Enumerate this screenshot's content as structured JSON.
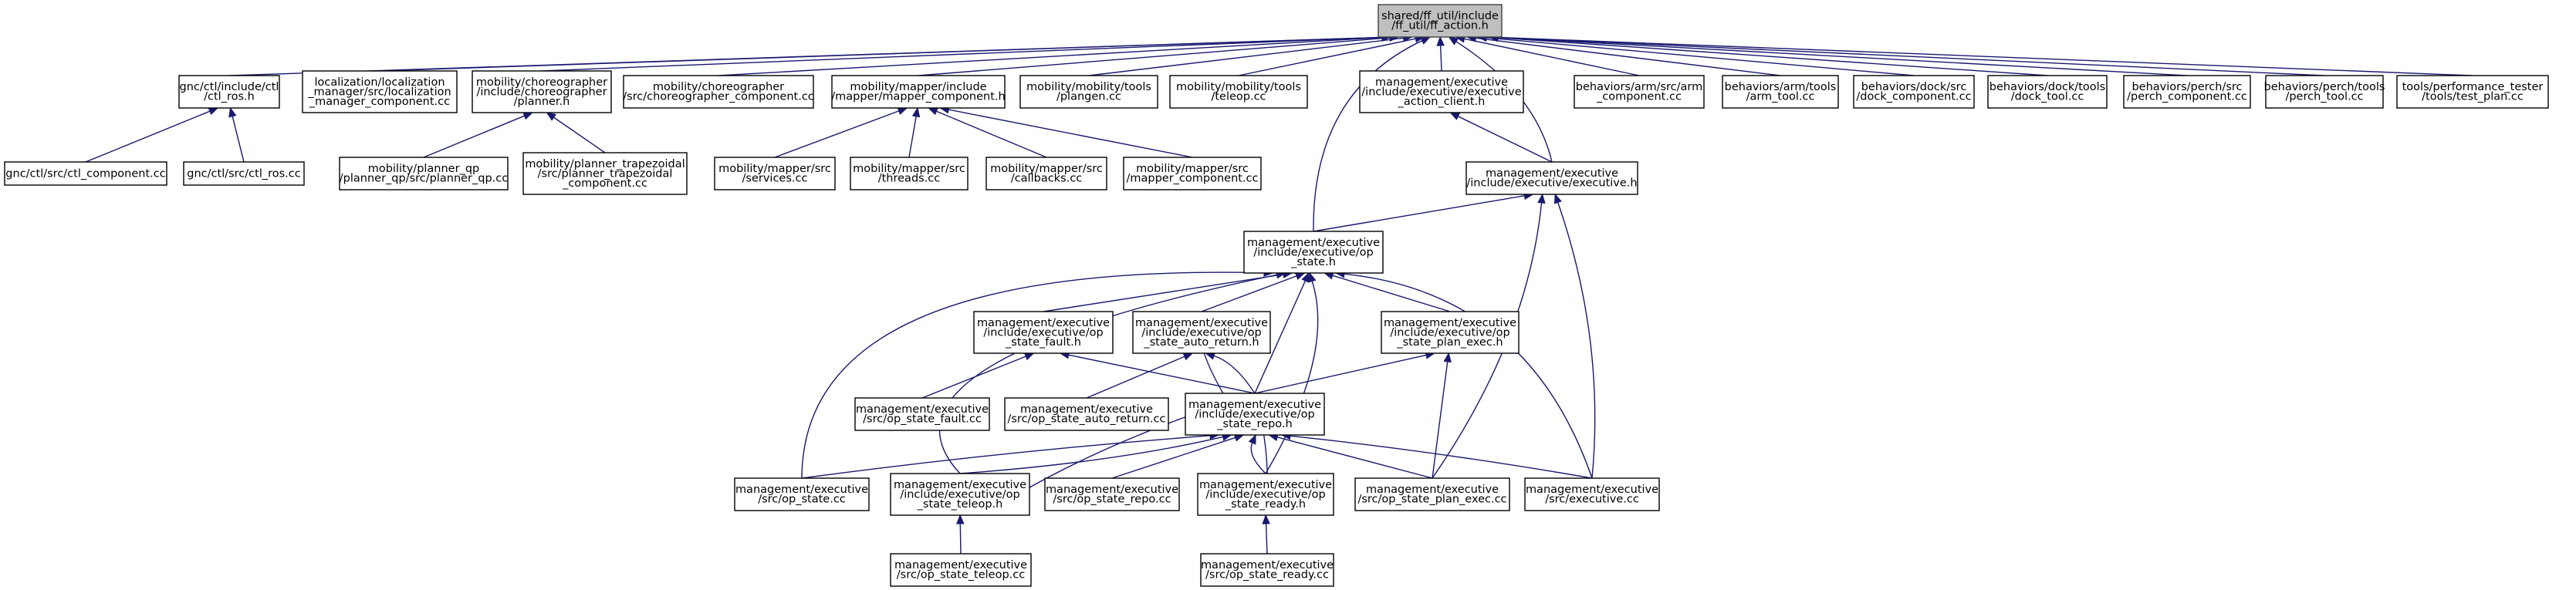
{
  "diagram": {
    "title": "shared/ff_util/include/ff_util/ff_action.h",
    "colors": {
      "edge": "#191970",
      "root_fill": "#bfbfbf",
      "node_fill": "#ffffff",
      "node_stroke": "#000000"
    },
    "nodes": [
      {
        "id": "ff_action",
        "lines": [
          "shared/ff_util/include",
          "/ff_util/ff_action.h"
        ]
      },
      {
        "id": "ctl_ros_h",
        "lines": [
          "gnc/ctl/include/ctl",
          "/ctl_ros.h"
        ]
      },
      {
        "id": "loc_manager",
        "lines": [
          "localization/localization",
          "_manager/src/localization",
          "_manager_component.cc"
        ]
      },
      {
        "id": "planner_h",
        "lines": [
          "mobility/choreographer",
          "/include/choreographer",
          "/planner.h"
        ]
      },
      {
        "id": "chor_comp",
        "lines": [
          "mobility/choreographer",
          "/src/choreographer_component.cc"
        ]
      },
      {
        "id": "mapper_comp_h",
        "lines": [
          "mobility/mapper/include",
          "/mapper/mapper_component.h"
        ]
      },
      {
        "id": "plangen",
        "lines": [
          "mobility/mobility/tools",
          "/plangen.cc"
        ]
      },
      {
        "id": "teleop_cc",
        "lines": [
          "mobility/mobility/tools",
          "/teleop.cc"
        ]
      },
      {
        "id": "action_client",
        "lines": [
          "management/executive",
          "/include/executive/executive",
          "_action_client.h"
        ]
      },
      {
        "id": "arm_comp",
        "lines": [
          "behaviors/arm/src/arm",
          "_component.cc"
        ]
      },
      {
        "id": "arm_tool",
        "lines": [
          "behaviors/arm/tools",
          "/arm_tool.cc"
        ]
      },
      {
        "id": "dock_comp",
        "lines": [
          "behaviors/dock/src",
          "/dock_component.cc"
        ]
      },
      {
        "id": "dock_tool",
        "lines": [
          "behaviors/dock/tools",
          "/dock_tool.cc"
        ]
      },
      {
        "id": "perch_comp",
        "lines": [
          "behaviors/perch/src",
          "/perch_component.cc"
        ]
      },
      {
        "id": "perch_tool",
        "lines": [
          "behaviors/perch/tools",
          "/perch_tool.cc"
        ]
      },
      {
        "id": "test_plan",
        "lines": [
          "tools/performance_tester",
          "/tools/test_plan.cc"
        ]
      },
      {
        "id": "ctl_component",
        "lines": [
          "gnc/ctl/src/ctl_component.cc"
        ]
      },
      {
        "id": "ctl_ros_cc",
        "lines": [
          "gnc/ctl/src/ctl_ros.cc"
        ]
      },
      {
        "id": "planner_qp",
        "lines": [
          "mobility/planner_qp",
          "/planner_qp/src/planner_qp.cc"
        ]
      },
      {
        "id": "planner_trap",
        "lines": [
          "mobility/planner_trapezoidal",
          "/src/planner_trapezoidal",
          "_component.cc"
        ]
      },
      {
        "id": "services",
        "lines": [
          "mobility/mapper/src",
          "/services.cc"
        ]
      },
      {
        "id": "threads",
        "lines": [
          "mobility/mapper/src",
          "/threads.cc"
        ]
      },
      {
        "id": "callbacks",
        "lines": [
          "mobility/mapper/src",
          "/callbacks.cc"
        ]
      },
      {
        "id": "mapper_comp_cc",
        "lines": [
          "mobility/mapper/src",
          "/mapper_component.cc"
        ]
      },
      {
        "id": "executive_h",
        "lines": [
          "management/executive",
          "/include/executive/executive.h"
        ]
      },
      {
        "id": "op_state_h",
        "lines": [
          "management/executive",
          "/include/executive/op",
          "_state.h"
        ]
      },
      {
        "id": "op_fault_h",
        "lines": [
          "management/executive",
          "/include/executive/op",
          "_state_fault.h"
        ]
      },
      {
        "id": "op_auto_h",
        "lines": [
          "management/executive",
          "/include/executive/op",
          "_state_auto_return.h"
        ]
      },
      {
        "id": "op_planexec_h",
        "lines": [
          "management/executive",
          "/include/executive/op",
          "_state_plan_exec.h"
        ]
      },
      {
        "id": "op_fault_cc",
        "lines": [
          "management/executive",
          "/src/op_state_fault.cc"
        ]
      },
      {
        "id": "op_auto_cc",
        "lines": [
          "management/executive",
          "/src/op_state_auto_return.cc"
        ]
      },
      {
        "id": "op_repo_h",
        "lines": [
          "management/executive",
          "/include/executive/op",
          "_state_repo.h"
        ]
      },
      {
        "id": "op_state_cc",
        "lines": [
          "management/executive",
          "/src/op_state.cc"
        ]
      },
      {
        "id": "op_teleop_h",
        "lines": [
          "management/executive",
          "/include/executive/op",
          "_state_teleop.h"
        ]
      },
      {
        "id": "op_repo_cc",
        "lines": [
          "management/executive",
          "/src/op_state_repo.cc"
        ]
      },
      {
        "id": "op_ready_h",
        "lines": [
          "management/executive",
          "/include/executive/op",
          "_state_ready.h"
        ]
      },
      {
        "id": "op_planexec_cc",
        "lines": [
          "management/executive",
          "/src/op_state_plan_exec.cc"
        ]
      },
      {
        "id": "executive_cc",
        "lines": [
          "management/executive",
          "/src/executive.cc"
        ]
      },
      {
        "id": "op_teleop_cc",
        "lines": [
          "management/executive",
          "/src/op_state_teleop.cc"
        ]
      },
      {
        "id": "op_ready_cc",
        "lines": [
          "management/executive",
          "/src/op_state_ready.cc"
        ]
      }
    ],
    "edges": [
      {
        "from": "ctl_ros_h",
        "to": "ff_action"
      },
      {
        "from": "loc_manager",
        "to": "ff_action"
      },
      {
        "from": "planner_h",
        "to": "ff_action"
      },
      {
        "from": "chor_comp",
        "to": "ff_action"
      },
      {
        "from": "mapper_comp_h",
        "to": "ff_action"
      },
      {
        "from": "plangen",
        "to": "ff_action"
      },
      {
        "from": "teleop_cc",
        "to": "ff_action"
      },
      {
        "from": "action_client",
        "to": "ff_action"
      },
      {
        "from": "executive_h",
        "to": "ff_action"
      },
      {
        "from": "op_state_h",
        "to": "ff_action"
      },
      {
        "from": "arm_comp",
        "to": "ff_action"
      },
      {
        "from": "arm_tool",
        "to": "ff_action"
      },
      {
        "from": "dock_comp",
        "to": "ff_action"
      },
      {
        "from": "dock_tool",
        "to": "ff_action"
      },
      {
        "from": "perch_comp",
        "to": "ff_action"
      },
      {
        "from": "perch_tool",
        "to": "ff_action"
      },
      {
        "from": "test_plan",
        "to": "ff_action"
      },
      {
        "from": "ctl_component",
        "to": "ctl_ros_h"
      },
      {
        "from": "ctl_ros_cc",
        "to": "ctl_ros_h"
      },
      {
        "from": "planner_qp",
        "to": "planner_h"
      },
      {
        "from": "planner_trap",
        "to": "planner_h"
      },
      {
        "from": "services",
        "to": "mapper_comp_h"
      },
      {
        "from": "threads",
        "to": "mapper_comp_h"
      },
      {
        "from": "callbacks",
        "to": "mapper_comp_h"
      },
      {
        "from": "mapper_comp_cc",
        "to": "mapper_comp_h"
      },
      {
        "from": "executive_h",
        "to": "action_client"
      },
      {
        "from": "op_state_h",
        "to": "executive_h"
      },
      {
        "from": "op_planexec_cc",
        "to": "executive_h"
      },
      {
        "from": "executive_cc",
        "to": "executive_h"
      },
      {
        "from": "op_fault_h",
        "to": "op_state_h"
      },
      {
        "from": "op_auto_h",
        "to": "op_state_h"
      },
      {
        "from": "op_planexec_h",
        "to": "op_state_h"
      },
      {
        "from": "op_repo_h",
        "to": "op_state_h"
      },
      {
        "from": "op_state_cc",
        "to": "op_state_h"
      },
      {
        "from": "op_teleop_h",
        "to": "op_state_h"
      },
      {
        "from": "op_ready_h",
        "to": "op_state_h"
      },
      {
        "from": "executive_cc",
        "to": "op_state_h"
      },
      {
        "from": "op_fault_cc",
        "to": "op_fault_h"
      },
      {
        "from": "op_repo_h",
        "to": "op_fault_h"
      },
      {
        "from": "op_auto_cc",
        "to": "op_auto_h"
      },
      {
        "from": "op_repo_h",
        "to": "op_auto_h"
      },
      {
        "from": "op_repo_h",
        "to": "op_planexec_h"
      },
      {
        "from": "op_planexec_cc",
        "to": "op_planexec_h"
      },
      {
        "from": "op_auto_h",
        "to": "op_repo_h"
      },
      {
        "from": "op_state_cc",
        "to": "op_repo_h"
      },
      {
        "from": "op_teleop_h",
        "to": "op_repo_h"
      },
      {
        "from": "op_repo_cc",
        "to": "op_repo_h"
      },
      {
        "from": "op_ready_h",
        "to": "op_repo_h"
      },
      {
        "from": "op_planexec_cc",
        "to": "op_repo_h"
      },
      {
        "from": "executive_cc",
        "to": "op_repo_h"
      },
      {
        "from": "op_repo_h",
        "to": "op_teleop_h"
      },
      {
        "from": "op_repo_h",
        "to": "op_ready_h"
      },
      {
        "from": "op_teleop_cc",
        "to": "op_teleop_h"
      },
      {
        "from": "op_ready_cc",
        "to": "op_ready_h"
      }
    ]
  }
}
